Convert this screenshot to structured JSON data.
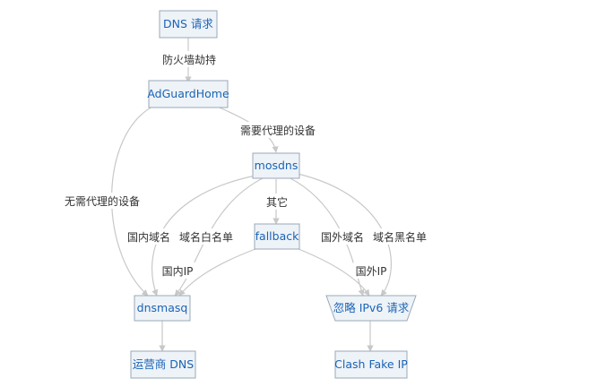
{
  "nodes": {
    "dns_request": "DNS 请求",
    "adguardhome": "AdGuardHome",
    "mosdns": "mosdns",
    "fallback": "fallback",
    "dnsmasq": "dnsmasq",
    "ignore_ipv6": "忽略 IPv6 请求",
    "isp_dns": "运营商 DNS",
    "clash_fake_ip": "Clash Fake IP"
  },
  "edges": {
    "firewall_hijack": "防火墙劫持",
    "needs_proxy_devices": "需要代理的设备",
    "no_proxy_devices": "无需代理的设备",
    "other": "其它",
    "domestic_domain": "国内域名",
    "domain_whitelist": "域名白名单",
    "foreign_domain": "国外域名",
    "domain_blacklist": "域名黑名单",
    "domestic_ip": "国内IP",
    "foreign_ip": "国外IP"
  },
  "colors": {
    "node_fill": "#eef3f8",
    "node_stroke": "#9aa8b8",
    "node_text": "#1a63b5",
    "edge": "#c8c8c8",
    "label_text": "#333333"
  }
}
